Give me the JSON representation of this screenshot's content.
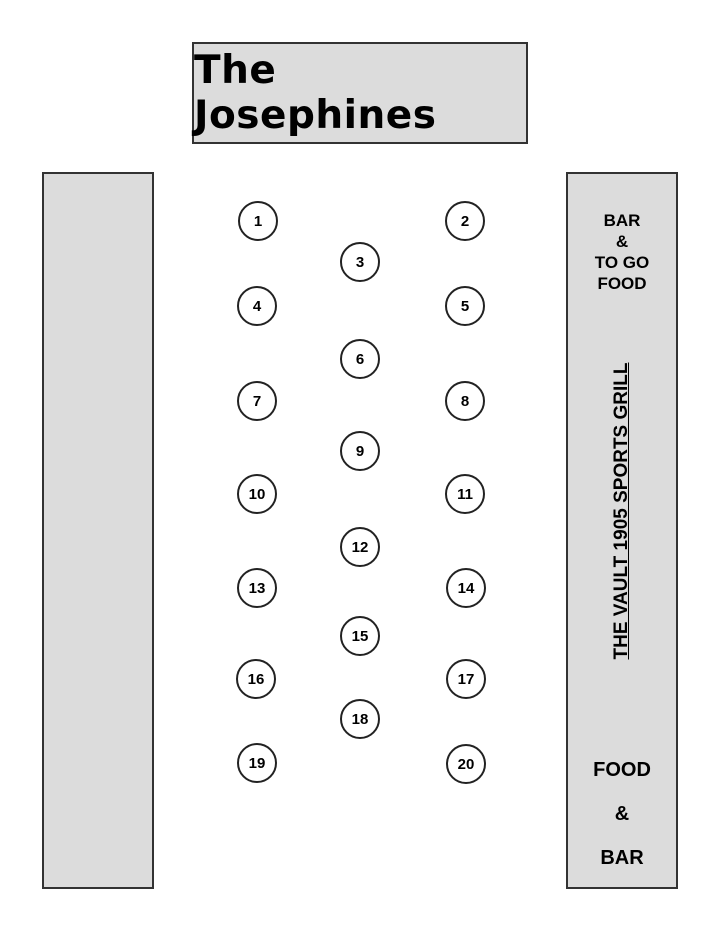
{
  "banner": {
    "title": "The Josephines"
  },
  "right_bar": {
    "top_lines": [
      "BAR",
      "&",
      "TO GO",
      "FOOD"
    ],
    "venue_name": "THE VAULT 1905 SPORTS GRILL",
    "bottom_lines": [
      "FOOD",
      "&",
      "BAR"
    ]
  },
  "tables": [
    {
      "label": "1"
    },
    {
      "label": "2"
    },
    {
      "label": "3"
    },
    {
      "label": "4"
    },
    {
      "label": "5"
    },
    {
      "label": "6"
    },
    {
      "label": "7"
    },
    {
      "label": "8"
    },
    {
      "label": "9"
    },
    {
      "label": "10"
    },
    {
      "label": "11"
    },
    {
      "label": "12"
    },
    {
      "label": "13"
    },
    {
      "label": "14"
    },
    {
      "label": "15"
    },
    {
      "label": "16"
    },
    {
      "label": "17"
    },
    {
      "label": "18"
    },
    {
      "label": "19"
    },
    {
      "label": "20"
    }
  ],
  "colors": {
    "fill": "#dcdcdc",
    "stroke": "#333333",
    "background": "#ffffff"
  }
}
